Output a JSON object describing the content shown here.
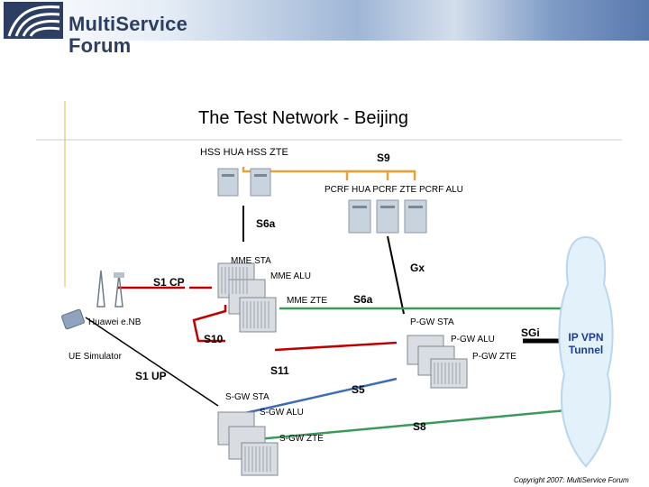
{
  "logo": {
    "line1": "MultiService",
    "line2": "Forum"
  },
  "title": "The Test Network - Beijing",
  "nodes": {
    "hss": "HSS HUA  HSS ZTE",
    "pcrf": "PCRF HUA   PCRF ZTE  PCRF ALU",
    "mme_sta": "MME STA",
    "mme_alu": "MME ALU",
    "mme_zte": "MME ZTE",
    "enb": "Huawei e.NB",
    "ue": "UE Simulator",
    "pgw_sta": "P-GW STA",
    "pgw_alu": "P-GW ALU",
    "pgw_zte": "P-GW ZTE",
    "sgw_sta": "S-GW STA",
    "sgw_alu": "S-GW ALU",
    "sgw_zte": "S-GW ZTE"
  },
  "interfaces": {
    "s9": "S9",
    "s6a_hss": "S6a",
    "gx": "Gx",
    "s1cp": "S1 CP",
    "s6a_pgw": "S6a",
    "s10": "S10",
    "sgi": "SGi",
    "s11": "S11",
    "s1up": "S1 UP",
    "s5": "S5",
    "s8": "S8"
  },
  "cloud": {
    "line1": "IP VPN",
    "line2": "Tunnel"
  },
  "copyright": "Copyright 2007: MultiService Forum",
  "colors": {
    "red_link": "#c00000",
    "green_link": "#3a9a5a",
    "blue_link": "#3e6bb5",
    "orange_link": "#e8a23a",
    "black_link": "#000000",
    "cloud_text": "#1f3d8f"
  }
}
